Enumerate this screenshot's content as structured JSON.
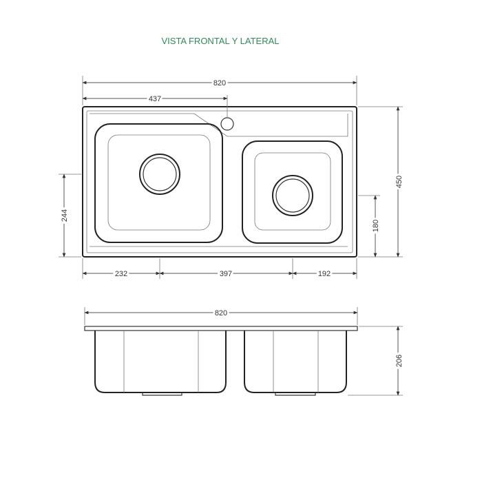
{
  "title": "VISTA FRONTAL Y LATERAL",
  "colors": {
    "title": "#2e8b57",
    "line": "#333333"
  },
  "top_view": {
    "overall_width": "820",
    "left_bowl_width": "437",
    "height": "450",
    "left_drain_offset": "244",
    "right_drain_offset": "180",
    "bottom_left": "232",
    "bottom_middle": "397",
    "bottom_right": "192"
  },
  "side_view": {
    "overall_width": "820",
    "depth": "206"
  }
}
